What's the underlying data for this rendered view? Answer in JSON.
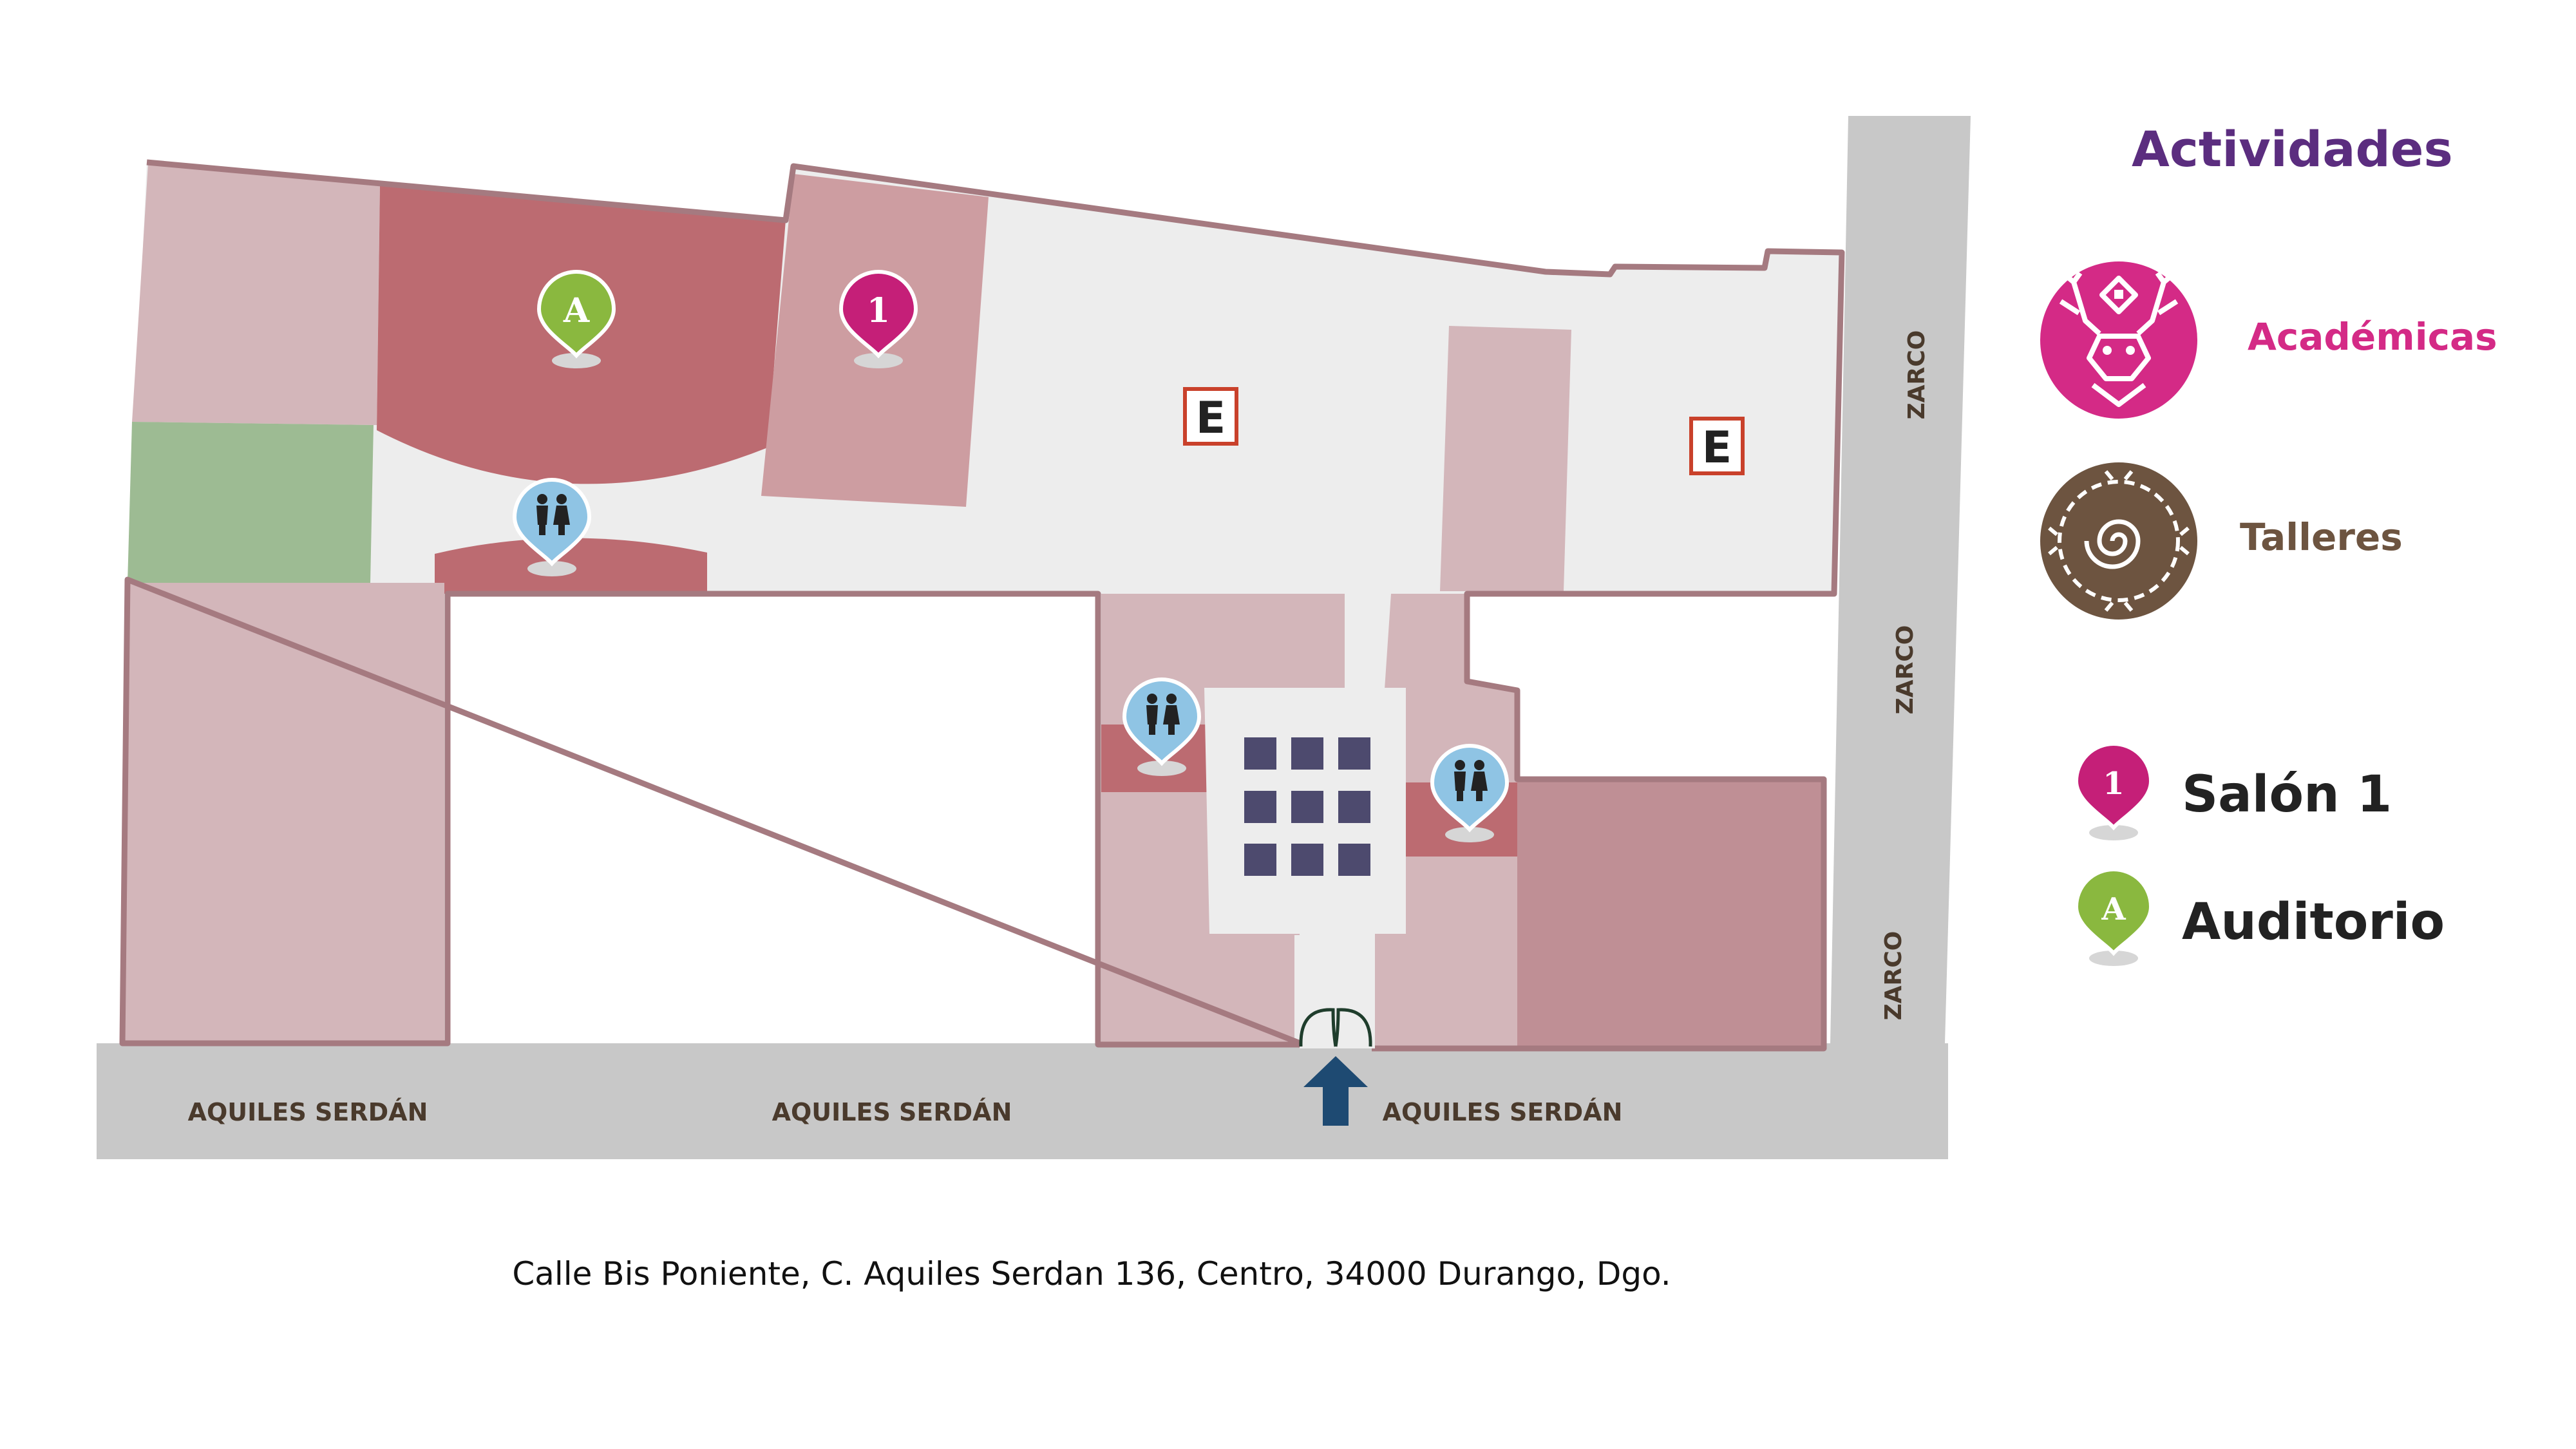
{
  "legend": {
    "title": "Actividades",
    "categories": [
      {
        "label": "Académicas",
        "color": "#d42a86",
        "icon": "academicas-emblem-icon"
      },
      {
        "label": "Talleres",
        "color": "#6d5440",
        "icon": "talleres-emblem-icon"
      }
    ],
    "places": [
      {
        "marker": "1",
        "label": "Salón 1",
        "color": "#c51f78"
      },
      {
        "marker": "A",
        "label": "Auditorio",
        "color": "#8ab83f"
      }
    ]
  },
  "streets": {
    "south": [
      "AQUILES SERDÁN",
      "AQUILES SERDÁN",
      "AQUILES SERDÁN"
    ],
    "east": [
      "ZARCO",
      "ZARCO",
      "ZARCO"
    ]
  },
  "map": {
    "stairs_marker": "E",
    "room_markers": [
      {
        "name": "auditorio",
        "text": "A",
        "color": "#8ab83f"
      },
      {
        "name": "salon-1",
        "text": "1",
        "color": "#c51f78"
      }
    ],
    "restroom_icon": "restroom-icon",
    "entrance_icon": "entrance-arrow-icon"
  },
  "address": "Calle Bis Poniente, C. Aquiles Serdan 136, Centro, 34000 Durango, Dgo.",
  "colors": {
    "wall": "#a57a80",
    "room_light": "#d3b6ba",
    "room_medium": "#cd9da1",
    "room_dark": "#bc6b71",
    "room_brown": "#bf8f95",
    "garden": "#9dbb93",
    "courtyard": "#ededed",
    "street": "#c8c8c8",
    "restroom_marker": "#8fc4e4",
    "tile": "#4d4a6e",
    "arrow": "#1e4a72",
    "stairs_border": "#c9412b",
    "title": "#5b2d7f"
  }
}
